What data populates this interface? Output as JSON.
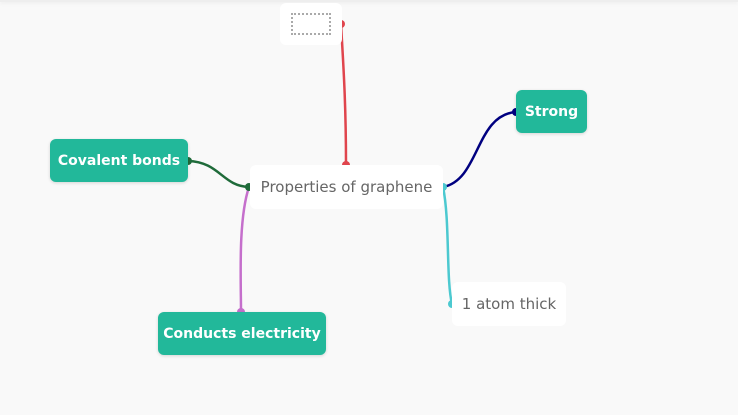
{
  "central": {
    "label": "Properties of graphene"
  },
  "nodes": [
    {
      "label": "Strong",
      "color": "#000080"
    },
    {
      "label": "1 atom thick",
      "color": "#4cc9d0"
    },
    {
      "label": "Conducts electricity",
      "color": "#c56fcc"
    },
    {
      "label": "Covalent bonds",
      "color": "#1f6b3a"
    },
    {
      "label": "",
      "color": "#e0454d"
    }
  ]
}
